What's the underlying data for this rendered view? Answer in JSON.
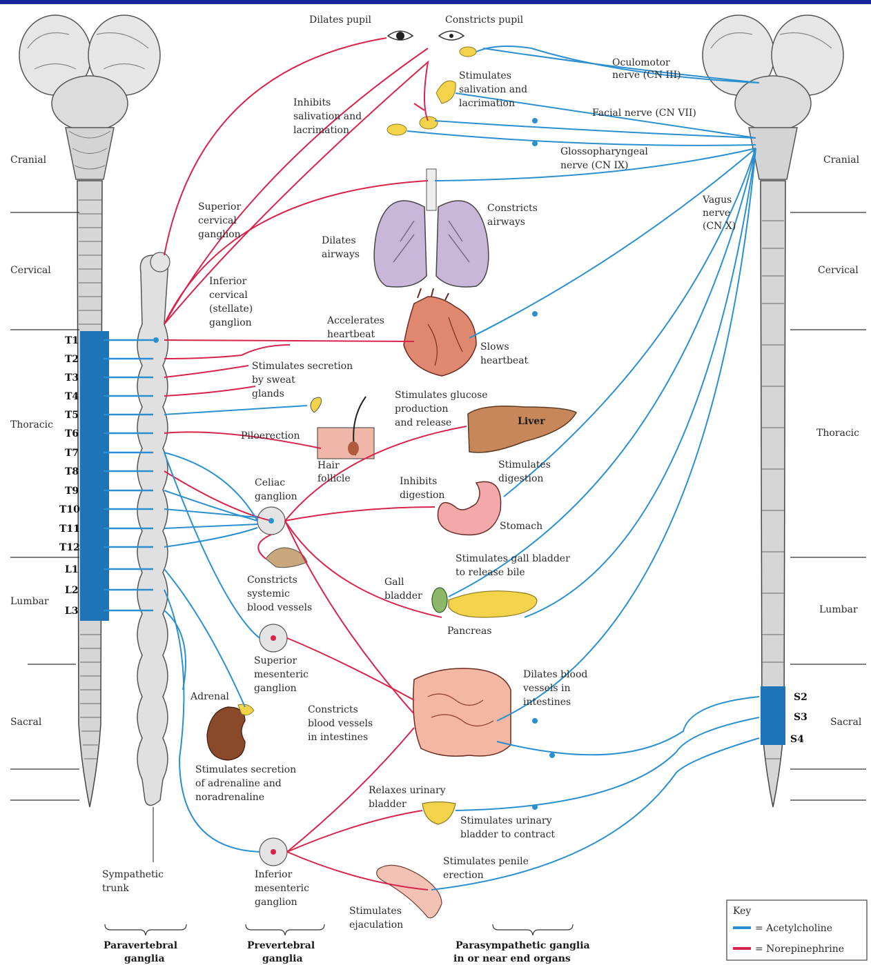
{
  "colors": {
    "acetylcholine": "#2a8fd0",
    "norepinephrine": "#d8234a",
    "header_bar": "#16279b",
    "cord_blue": "#1f73b7"
  },
  "regions_left": [
    "Cranial",
    "Cervical",
    "Thoracic",
    "Lumbar",
    "Sacral"
  ],
  "regions_right": [
    "Cranial",
    "Cervical",
    "Thoracic",
    "Lumbar",
    "Sacral"
  ],
  "segments": [
    "T1",
    "T2",
    "T3",
    "T4",
    "T5",
    "T6",
    "T7",
    "T8",
    "T9",
    "T10",
    "T11",
    "T12",
    "L1",
    "L2",
    "L3"
  ],
  "sacral_segments": [
    "S2",
    "S3",
    "S4"
  ],
  "labels": {
    "dilates_pupil": "Dilates pupil",
    "constricts_pupil": "Constricts pupil",
    "oculomotor": [
      "Oculomotor",
      "nerve (CN III)"
    ],
    "stim_saliv": [
      "Stimulates",
      "salivation and",
      "lacrimation"
    ],
    "inhib_saliv": [
      "Inhibits",
      "salivation and",
      "lacrimation"
    ],
    "facial": "Facial nerve (CN VII)",
    "glosso": [
      "Glossopharyngeal",
      "nerve (CN IX)"
    ],
    "vagus": [
      "Vagus",
      "nerve",
      "(CN X)"
    ],
    "superior_cervical": [
      "Superior",
      "cervical",
      "ganglion"
    ],
    "constricts_airways": [
      "Constricts",
      "airways"
    ],
    "dilates_airways": [
      "Dilates",
      "airways"
    ],
    "inferior_cervical": [
      "Inferior",
      "cervical",
      "(stellate)",
      "ganglion"
    ],
    "accelerates": [
      "Accelerates",
      "heartbeat"
    ],
    "slows": [
      "Slows",
      "heartbeat"
    ],
    "sweat": [
      "Stimulates secretion",
      "by sweat",
      "glands"
    ],
    "glucose": [
      "Stimulates glucose",
      "production",
      "and release"
    ],
    "liver": "Liver",
    "piloerection": "Piloerection",
    "hair": [
      "Hair",
      "follicle"
    ],
    "stim_digestion": [
      "Stimulates",
      "digestion"
    ],
    "celiac": [
      "Celiac",
      "ganglion"
    ],
    "inhib_digestion": [
      "Inhibits",
      "digestion"
    ],
    "stomach": "Stomach",
    "gall_release": [
      "Stimulates gall bladder",
      "to release bile"
    ],
    "constricts_systemic": [
      "Constricts",
      "systemic",
      "blood vessels"
    ],
    "gall": [
      "Gall",
      "bladder"
    ],
    "pancreas": "Pancreas",
    "superior_mesenteric": [
      "Superior",
      "mesenteric",
      "ganglion"
    ],
    "dilates_vessels": [
      "Dilates blood",
      "vessels in",
      "intestines"
    ],
    "adrenal": "Adrenal",
    "constricts_intestines": [
      "Constricts",
      "blood vessels",
      "in intestines"
    ],
    "adrenaline": [
      "Stimulates secretion",
      "of adrenaline and",
      "noradrenaline"
    ],
    "relaxes": [
      "Relaxes urinary",
      "bladder"
    ],
    "stim_urinary": [
      "Stimulates urinary",
      "bladder to contract"
    ],
    "penile": [
      "Stimulates penile",
      "erection"
    ],
    "symp_trunk": [
      "Sympathetic",
      "trunk"
    ],
    "inferior_mesenteric": [
      "Inferior",
      "mesenteric",
      "ganglion"
    ],
    "ejaculation": [
      "Stimulates",
      "ejaculation"
    ]
  },
  "footer": {
    "paravertebral": [
      "Paravertebral",
      "ganglia"
    ],
    "prevertebral": [
      "Prevertebral",
      "ganglia"
    ],
    "parasympathetic": [
      "Parasympathetic ganglia",
      "in or near end organs"
    ]
  },
  "key": {
    "title": "Key",
    "acetylcholine": "= Acetylcholine",
    "norepinephrine": "= Norepinephrine"
  }
}
